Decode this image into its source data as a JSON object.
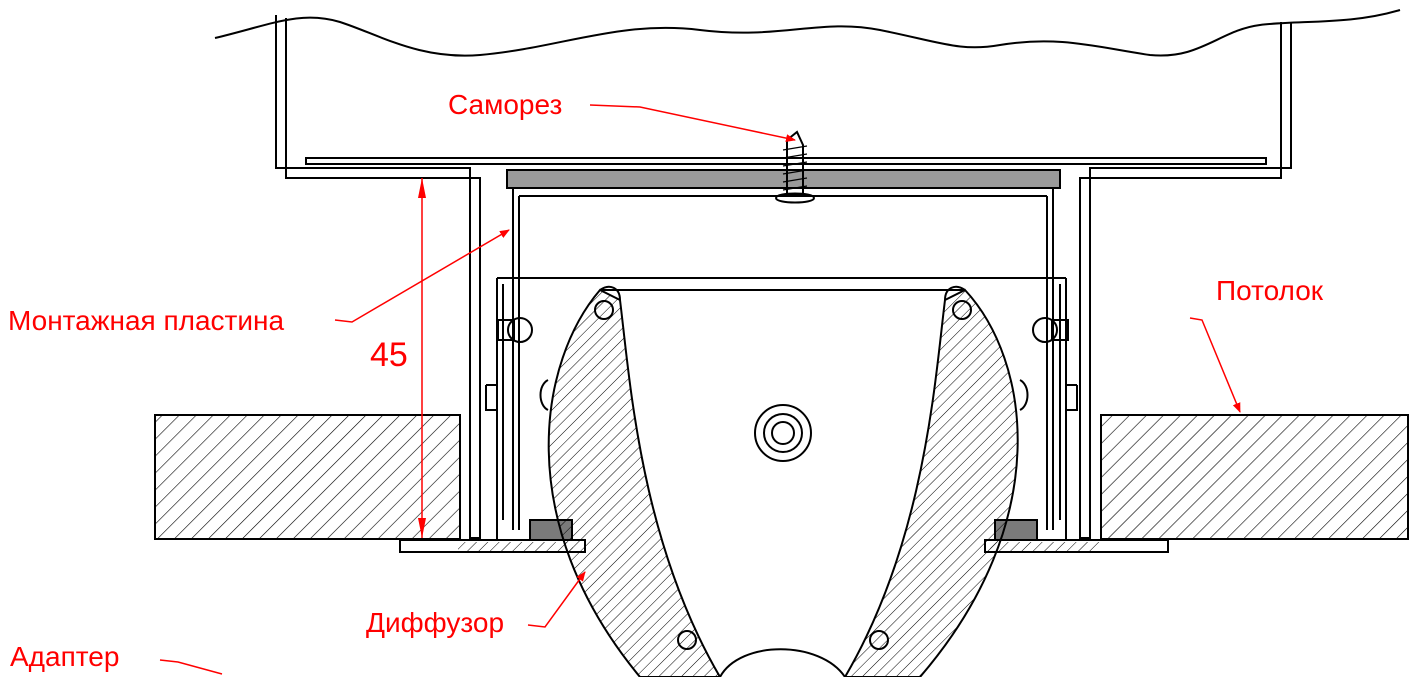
{
  "labels": {
    "screw": "Саморез",
    "mounting_plate": "Монтажная пластина",
    "ceiling": "Потолок",
    "diffuser": "Диффузор",
    "adapter": "Адаптер"
  },
  "dimension": "45",
  "colors": {
    "annotation": "#ff0000",
    "outline": "#000000",
    "plate_fill": "#9a9a9a",
    "gasket_fill": "#7a7a7a"
  }
}
